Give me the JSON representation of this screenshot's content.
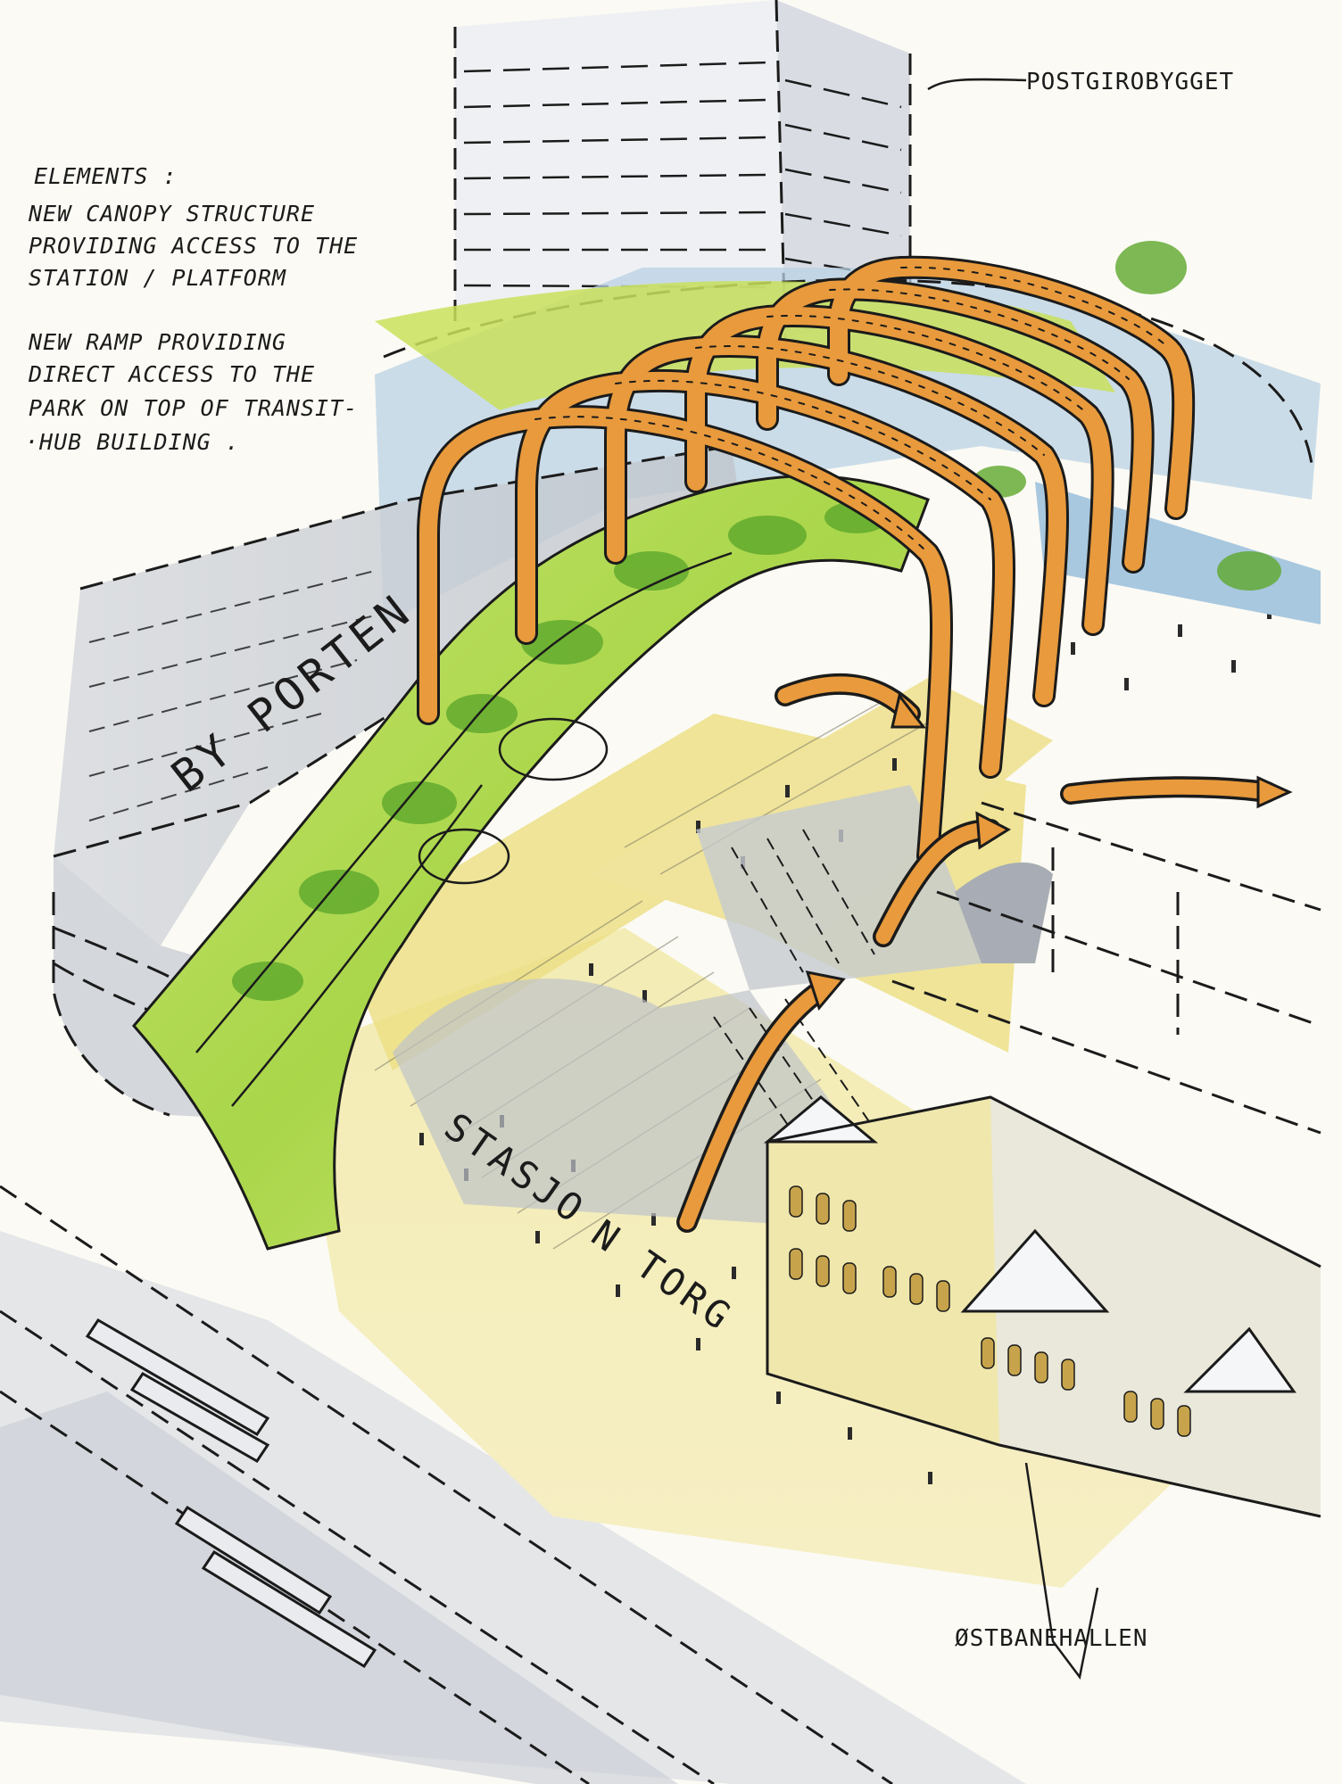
{
  "labels": {
    "elements_heading": "ELEMENTS :",
    "note_1": [
      "NEW CANOPY STRUCTURE",
      "PROVIDING ACCESS TO THE",
      "STATION / PLATFORM"
    ],
    "note_2": [
      "NEW RAMP PROVIDING",
      "DIRECT ACCESS TO THE",
      "PARK ON TOP OF TRANSIT-",
      "·HUB BUILDING ."
    ],
    "postgiro": "POSTGIROBYGGET",
    "byporten": "BY PORTEN",
    "stasjonstorg_1": "STASJO",
    "stasjonstorg_2": "N TORG",
    "ostbanehallen": "ØSTBANEHALLEN"
  },
  "colors": {
    "paper": "#fbfaf4",
    "ink": "#1b1b1b",
    "canopy_orange": "#e89a3c",
    "park_green": "#a9d64a",
    "park_green_dark": "#5ea82c",
    "ground_yellow": "#efe39a",
    "building_grey": "#c9ccd2",
    "sky_blue": "#b9d2e4"
  }
}
